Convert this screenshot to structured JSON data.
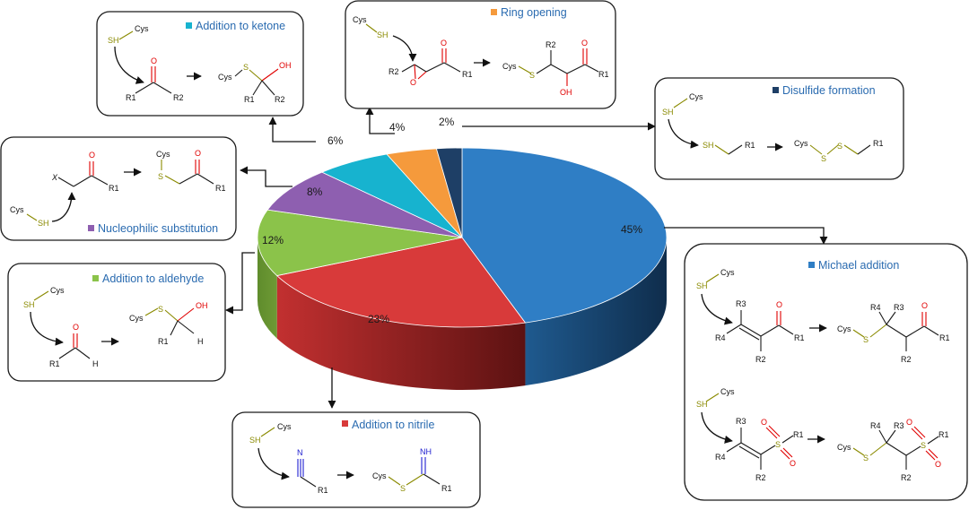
{
  "chart_data": {
    "type": "pie",
    "categories": [
      "Michael addition",
      "Addition to nitrile",
      "Addition to aldehyde",
      "Nucleophilic substitution",
      "Addition to ketone",
      "Ring opening",
      "Disulfide formation"
    ],
    "values": [
      45,
      23,
      12,
      8,
      6,
      4,
      2
    ],
    "value_labels": [
      "45%",
      "23%",
      "12%",
      "8%",
      "6%",
      "4%",
      "2%"
    ],
    "colors": [
      "#2f7ec5",
      "#d83a3a",
      "#8bc34a",
      "#8e5fb0",
      "#17b3cf",
      "#f59a3c",
      "#1e3f66"
    ],
    "legend": "in-boxes"
  },
  "boxes": {
    "ketone": {
      "title": "Addition to ketone"
    },
    "ring": {
      "title": "Ring opening"
    },
    "disulfide": {
      "title": "Disulfide formation"
    },
    "nucleophilic": {
      "title": "Nucleophilic substitution"
    },
    "aldehyde": {
      "title": "Addition to aldehyde"
    },
    "michael": {
      "title": "Michael addition"
    },
    "nitrile": {
      "title": "Addition to nitrile"
    }
  },
  "atoms": {
    "cys": "Cys",
    "sh": "SH",
    "s": "S",
    "o": "O",
    "oh": "OH",
    "h": "H",
    "n": "N",
    "nh": "NH",
    "x": "X",
    "r1": "R1",
    "r2": "R2",
    "r3": "R3",
    "r4": "R4"
  }
}
